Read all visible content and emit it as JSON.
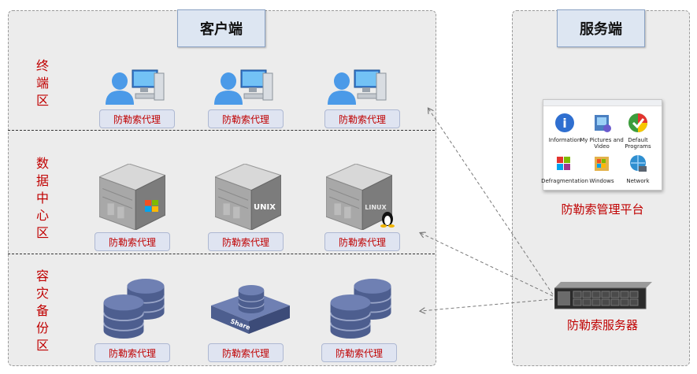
{
  "client": {
    "title": "客户端"
  },
  "server": {
    "title": "服务端"
  },
  "zones": [
    {
      "label": "终\n端\n区",
      "agents": [
        "防勒索代理",
        "防勒索代理",
        "防勒索代理"
      ]
    },
    {
      "label": "数\n据\n中\n心\n区",
      "agents": [
        "防勒索代理",
        "防勒索代理",
        "防勒索代理"
      ]
    },
    {
      "label": "容\n灾\n备\n份\n区",
      "agents": [
        "防勒索代理",
        "防勒索代理",
        "防勒索代理"
      ]
    }
  ],
  "server_icons": {
    "unix": "UNIX",
    "linux": "LINUX",
    "share": "Share"
  },
  "platform": {
    "caption": "防勒索管理平台",
    "apps": [
      "Information",
      "My Pictures and Video",
      "Default Programs",
      "Defragmentation",
      "Windows",
      "Network"
    ]
  },
  "appliance": {
    "caption": "防勒索服务器"
  },
  "icons": [
    "user-computer-icon",
    "windows-server-icon",
    "unix-server-icon",
    "linux-server-icon",
    "database-icon",
    "shared-storage-icon",
    "server-appliance-icon",
    "control-panel-icon"
  ],
  "colors": {
    "accent_red": "#c00000",
    "header_fill": "#dde6f2",
    "agent_fill": "#dfe4f1",
    "panel_fill": "#ececec",
    "disk_blue": "#4d5e8f"
  }
}
